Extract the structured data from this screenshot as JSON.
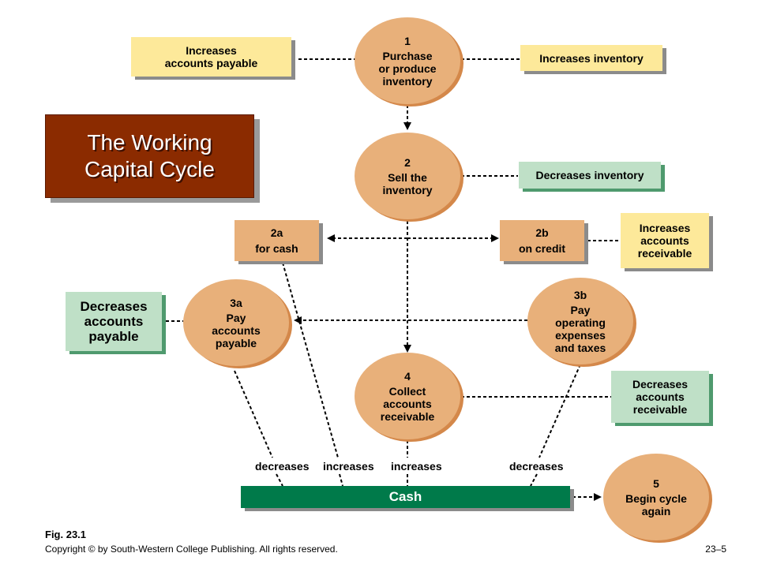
{
  "title": "The Working\nCapital Cycle",
  "nodes": {
    "n1": {
      "num": "1",
      "label": "Purchase\nor produce\ninventory"
    },
    "n2": {
      "num": "2",
      "label": "Sell the\ninventory"
    },
    "n3a": {
      "num": "3a",
      "label": "Pay\naccounts\npayable"
    },
    "n3b": {
      "num": "3b",
      "label": "Pay\noperating\nexpenses\nand taxes"
    },
    "n4": {
      "num": "4",
      "label": "Collect\naccounts\nreceivable"
    },
    "n5": {
      "num": "5",
      "label": "Begin cycle\nagain"
    }
  },
  "boxes": {
    "increases_ap": "Increases\naccounts payable",
    "increases_inventory": "Increases inventory",
    "decreases_inventory": "Decreases inventory",
    "b2a": {
      "num": "2a",
      "label": "for cash"
    },
    "b2b": {
      "num": "2b",
      "label": "on credit"
    },
    "increases_ar": "Increases\naccounts\nreceivable",
    "decreases_ap": "Decreases\naccounts\npayable",
    "decreases_ar": "Decreases\naccounts\nreceivable"
  },
  "flow_labels": {
    "decreases_left": "decreases",
    "increases_mid_left": "increases",
    "increases_mid_right": "increases",
    "decreases_right": "decreases"
  },
  "cash": "Cash",
  "footer": {
    "fig": "Fig. 23.1",
    "copyright": "Copyright © by South-Western College Publishing. All rights reserved.",
    "page": "23–5"
  }
}
